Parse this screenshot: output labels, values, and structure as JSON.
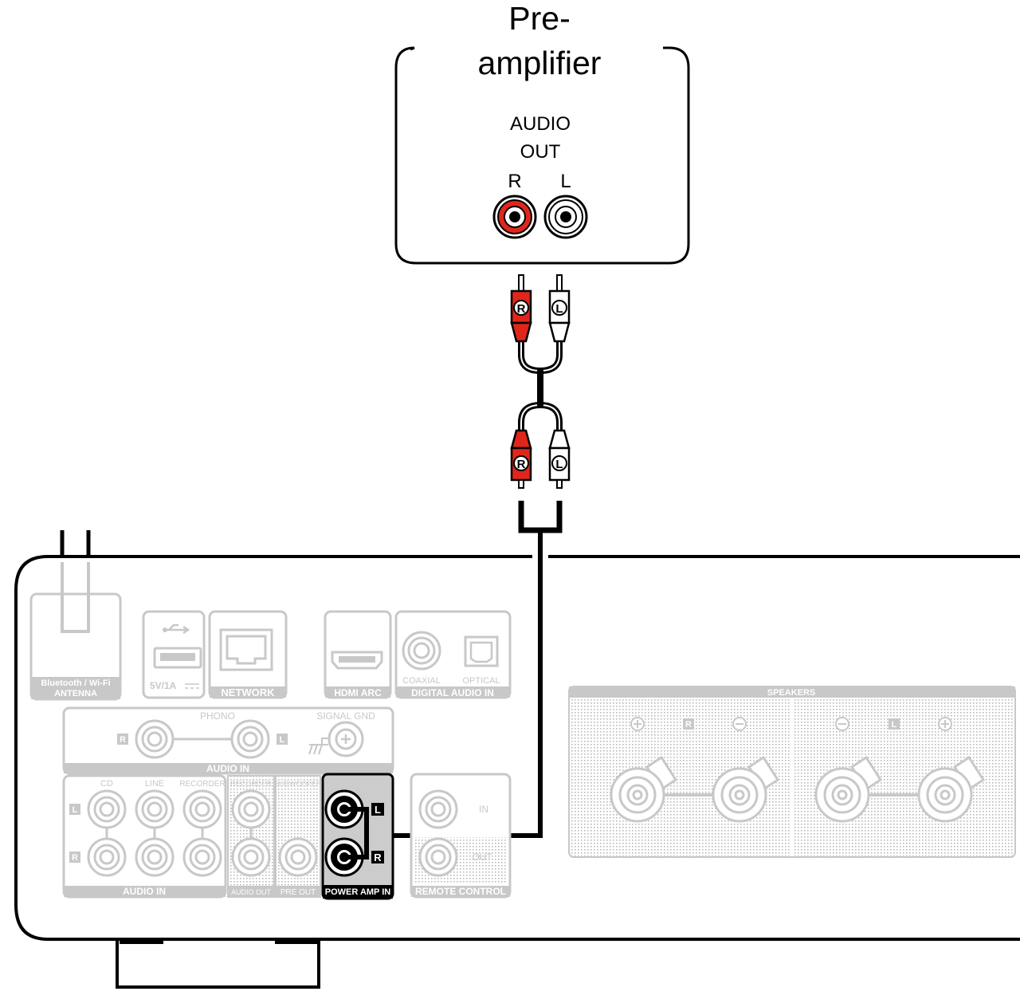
{
  "preamp": {
    "title_line1": "Pre-",
    "title_line2": "amplifier",
    "audio_out_line1": "AUDIO",
    "audio_out_line2": "OUT",
    "right_label": "R",
    "left_label": "L"
  },
  "cable": {
    "right_plug_marker": "R",
    "left_plug_marker": "L"
  },
  "rear_panel": {
    "antenna_label_line1": "Bluetooth / Wi-Fi",
    "antenna_label_line2": "ANTENNA",
    "usb_label": "5V/1A",
    "network_label": "NETWORK",
    "hdmi_label": "HDMI ARC",
    "coaxial_label": "COAXIAL",
    "optical_label": "OPTICAL",
    "digital_audio_in_label": "DIGITAL AUDIO IN",
    "phono_label": "PHONO",
    "signal_gnd_label": "SIGNAL GND",
    "phono_r_marker": "R",
    "phono_l_marker": "L",
    "phono_audio_in_label": "AUDIO IN",
    "cd_label": "CD",
    "line_label": "LINE",
    "recorder_in_label": "RECORDER",
    "row_l_marker": "L",
    "row_r_marker": "R",
    "audio_in_label": "AUDIO IN",
    "recorder_out_label": "RECORDER",
    "audio_out_label": "AUDIO OUT",
    "subwoofer_label": "SUBWOOFER",
    "pre_out_label": "PRE OUT",
    "power_amp_in_label": "POWER AMP IN",
    "power_amp_l_marker": "L",
    "power_amp_r_marker": "R",
    "remote_in_label": "IN",
    "remote_out_label": "OUT",
    "remote_control_label": "REMOTE CONTROL",
    "speakers_label": "SPEAKERS",
    "speaker_r_marker": "R",
    "speaker_l_marker": "L"
  },
  "colors": {
    "line": "#000000",
    "red_jack": "#e0261b",
    "faded_panel": "#c8c8c8",
    "highlight_panel": "#cccccc"
  }
}
